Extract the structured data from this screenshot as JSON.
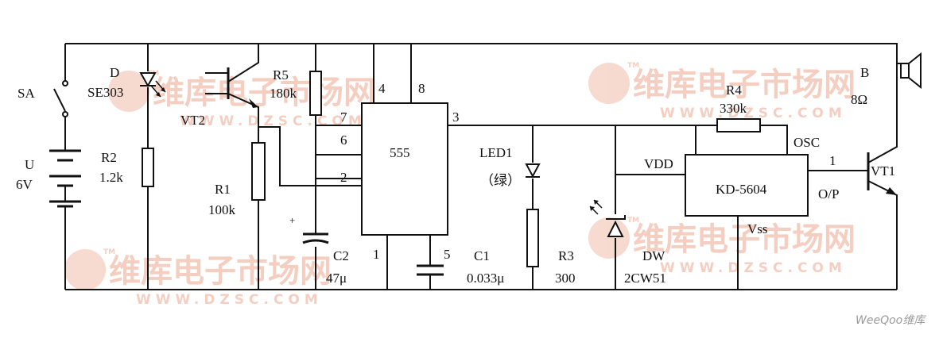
{
  "diagram": {
    "ic_555": {
      "name": "555",
      "pins": {
        "p4": "4",
        "p8": "8",
        "p7": "7",
        "p6": "6",
        "p2": "2",
        "p3": "3",
        "p1": "1",
        "p5": "5"
      }
    },
    "ic_kd": {
      "name": "KD-5604",
      "vdd": "VDD",
      "osc": "OSC",
      "op": "O/P",
      "vss": "Vss",
      "pin1": "1"
    },
    "components": {
      "sa": "SA",
      "u_name": "U",
      "u_value": "6V",
      "d_name": "D",
      "d_value": "SE303",
      "r2_name": "R2",
      "r2_value": "1.2k",
      "vt2": "VT2",
      "r5_name": "R5",
      "r5_value": "180k",
      "r1_name": "R1",
      "r1_value": "100k",
      "c2_name": "C2",
      "c2_value": "47μ",
      "c2_plus": "+",
      "c1_name": "C1",
      "c1_value": "0.033μ",
      "led_name": "LED1",
      "led_value": "（绿）",
      "r3_name": "R3",
      "r3_value": "300",
      "r4_name": "R4",
      "r4_value": "330k",
      "dw_name": "DW",
      "dw_value": "2CW51",
      "vt1": "VT1",
      "b_name": "B",
      "b_value": "8Ω"
    },
    "watermark": {
      "text": "维库电子市场网",
      "url": "WWW.DZSC.COM",
      "tm": "TM"
    },
    "footer_logo": "WeeQoo维库"
  }
}
